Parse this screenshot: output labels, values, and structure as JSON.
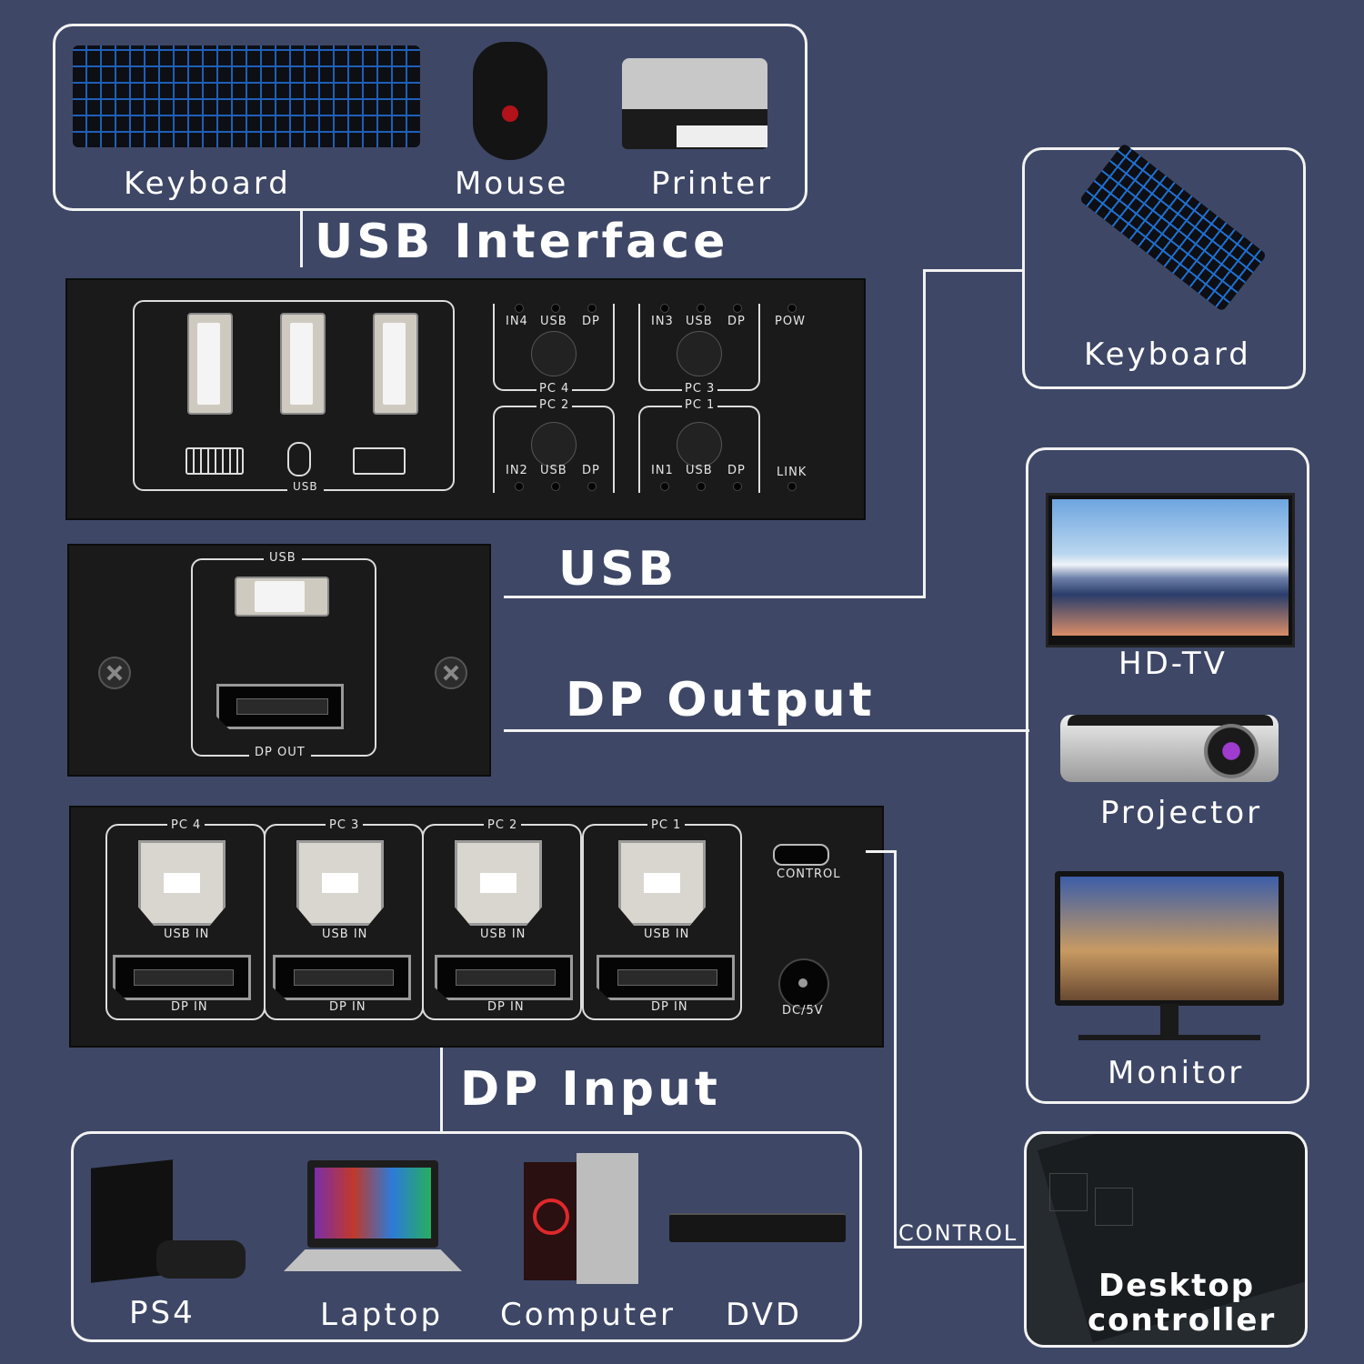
{
  "top_devices": {
    "keyboard": "Keyboard",
    "mouse": "Mouse",
    "printer": "Printer"
  },
  "headings": {
    "usb_interface": "USB Interface",
    "usb": "USB",
    "dp_output": "DP Output",
    "dp_input": "DP Input",
    "control": "CONTROL"
  },
  "front_panel": {
    "usb_label": "USB",
    "pc4": "PC 4",
    "pc3": "PC 3",
    "pc2": "PC 2",
    "pc1": "PC 1",
    "in4": "IN4",
    "in3": "IN3",
    "in2": "IN2",
    "in1": "IN1",
    "usb": "USB",
    "dp": "DP",
    "pow": "POW",
    "link": "LINK"
  },
  "output_panel": {
    "usb": "USB",
    "dp_out": "DP OUT"
  },
  "rear_panel": {
    "ports": [
      {
        "pc": "PC 4",
        "usb_in": "USB IN",
        "dp_in": "DP IN"
      },
      {
        "pc": "PC 3",
        "usb_in": "USB IN",
        "dp_in": "DP IN"
      },
      {
        "pc": "PC 2",
        "usb_in": "USB IN",
        "dp_in": "DP IN"
      },
      {
        "pc": "PC 1",
        "usb_in": "USB IN",
        "dp_in": "DP IN"
      }
    ],
    "control": "CONTROL",
    "dc": "DC/5V"
  },
  "right_devices": {
    "keyboard": "Keyboard",
    "hdtv": "HD-TV",
    "projector": "Projector",
    "monitor": "Monitor",
    "desktop_controller_line1": "Desktop",
    "desktop_controller_line2": "controller"
  },
  "bottom_devices": {
    "ps4": "PS4",
    "laptop": "Laptop",
    "computer": "Computer",
    "dvd": "DVD"
  },
  "colors": {
    "background": "#3e4766",
    "panel": "#1a1a1a",
    "line": "#f2f2f2"
  }
}
